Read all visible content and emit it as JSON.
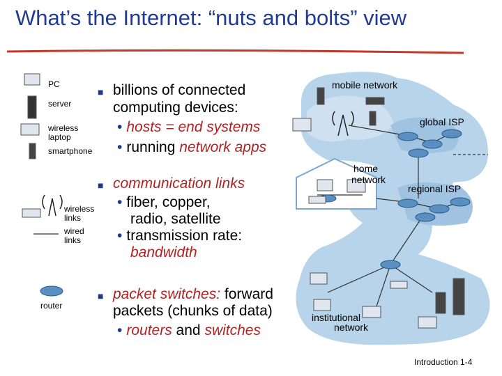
{
  "title": "What’s the Internet: “nuts and bolts” view",
  "legend": {
    "pc": "PC",
    "server": "server",
    "wireless_laptop_1": "wireless",
    "wireless_laptop_2": "laptop",
    "smartphone": "smartphone",
    "wireless_links_1": "wireless",
    "wireless_links_2": "links",
    "wired_links_1": "wired",
    "wired_links_2": "links",
    "router": "router"
  },
  "bullets": {
    "b1_line1": "billions of connected",
    "b1_line2": "computing devices:",
    "b1_sub1_a": "hosts = end systems",
    "b1_sub2_a": "running ",
    "b1_sub2_b": "network apps",
    "b2_line1": "communication links",
    "b2_sub1_line1": "fiber, copper,",
    "b2_sub1_line2": "radio, satellite",
    "b2_sub2_line1": "transmission rate:",
    "b2_sub2_line2": "bandwidth",
    "b3_line1_a": "packet switches:",
    "b3_line1_b": " forward",
    "b3_line2": "packets (chunks of data)",
    "b3_sub1_a": "routers",
    "b3_sub1_b": " and ",
    "b3_sub1_c": "switches"
  },
  "network_labels": {
    "mobile": "mobile network",
    "global_isp": "global ISP",
    "home_1": "home",
    "home_2": "network",
    "regional_isp": "regional ISP",
    "institutional_1": "institutional",
    "institutional_2": "network"
  },
  "footer": "Introduction 1-4",
  "colors": {
    "title": "#1f3a93",
    "accent_red": "#b22222",
    "cloud": "#b8d4ea",
    "router": "#5a8fc2"
  }
}
